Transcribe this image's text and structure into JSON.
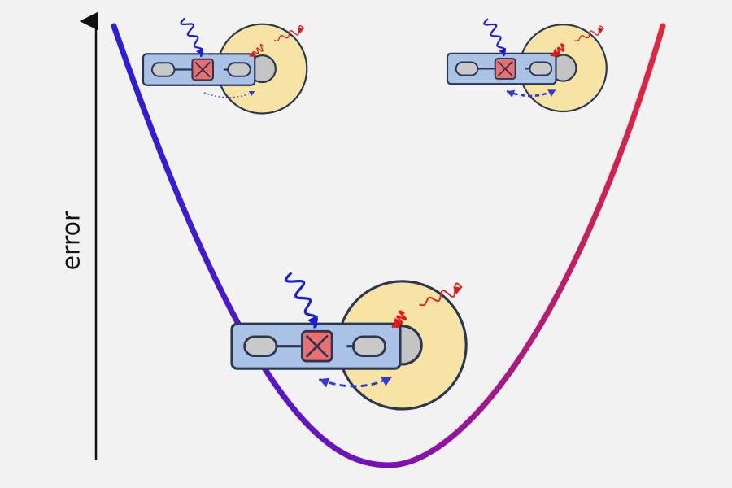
{
  "axis": {
    "ylabel": "error"
  },
  "colors": {
    "curve_start": "#2a1fd8",
    "curve_mid": "#7a10b8",
    "curve_end": "#e2263c",
    "chip_fill": "#a9c2e6",
    "chip_stroke": "#2b3650",
    "junction_fill": "#ec6f6f",
    "pad_fill": "#c9c9c9",
    "disk_fill": "#f7e4a4",
    "core_fill": "#c4c4c4",
    "blue_wave": "#1a1fd2",
    "red_wave": "#e01818",
    "link_arrow": "#2e3ad8"
  },
  "variants": [
    {
      "name": "top-left",
      "coupling": "weak"
    },
    {
      "name": "top-right",
      "coupling": "strong"
    },
    {
      "name": "bottom",
      "coupling": "optimal"
    }
  ]
}
